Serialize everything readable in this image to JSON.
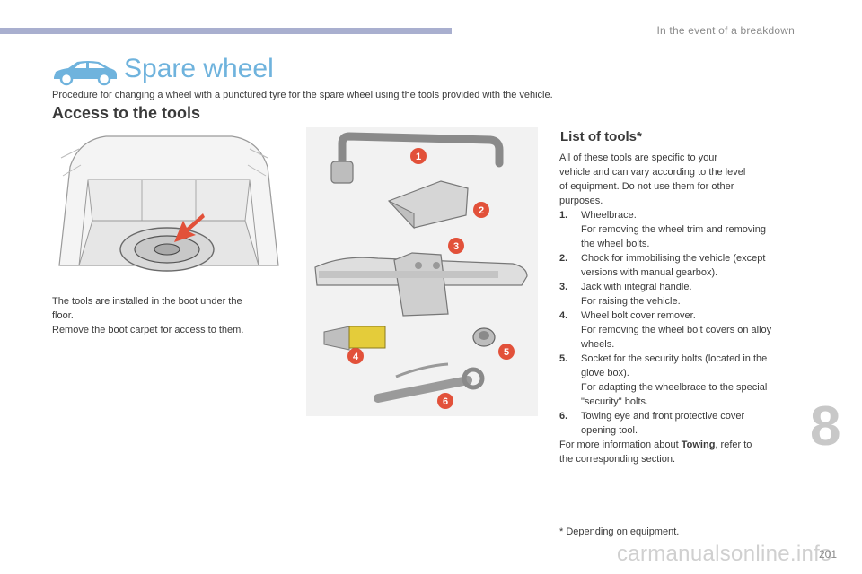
{
  "header": {
    "chapter_name": "In the event of a breakdown",
    "accent_color": "#a9afcf"
  },
  "page": {
    "title": "Spare wheel",
    "title_color": "#6fb3dd",
    "intro": "Procedure for changing a wheel with a punctured tyre for the spare wheel using the tools provided with the vehicle.",
    "icon": "car-icon"
  },
  "access": {
    "heading": "Access to the tools",
    "line1": "The tools are installed in the boot under the",
    "line2": "floor.",
    "line3": "Remove the boot carpet for access to them."
  },
  "tools_list": {
    "heading": "List of tools*",
    "intro_lines": [
      "All of these tools are specific to your",
      "vehicle and can vary according to the level",
      "of equipment. Do not use them for other",
      "purposes."
    ],
    "items": [
      {
        "num": "1.",
        "lines": [
          "Wheelbrace.",
          "For removing the wheel trim and removing",
          "the wheel bolts."
        ]
      },
      {
        "num": "2.",
        "lines": [
          "Chock for immobilising the vehicle (except",
          "versions with manual gearbox)."
        ]
      },
      {
        "num": "3.",
        "lines": [
          "Jack with integral handle.",
          "For raising the vehicle."
        ]
      },
      {
        "num": "4.",
        "lines": [
          "Wheel bolt cover remover.",
          "For removing the wheel bolt covers on alloy",
          "wheels."
        ]
      },
      {
        "num": "5.",
        "lines": [
          "Socket for the security bolts (located in the",
          "glove box).",
          "For adapting the wheelbrace to the special",
          "\"security\" bolts."
        ]
      },
      {
        "num": "6.",
        "lines": [
          "Towing eye and front protective cover",
          "opening tool."
        ]
      }
    ],
    "more_info_pre": "For more information about ",
    "more_info_bold": "Towing",
    "more_info_post": ", refer to",
    "more_info_line2": "the corresponding section."
  },
  "illustration": {
    "callouts": [
      "1",
      "2",
      "3",
      "4",
      "5",
      "6"
    ],
    "callout_color": "#e2513a"
  },
  "footnote": "* Depending on equipment.",
  "chapter_number": "8",
  "page_number": "201",
  "watermark": "carmanualsonline.info"
}
